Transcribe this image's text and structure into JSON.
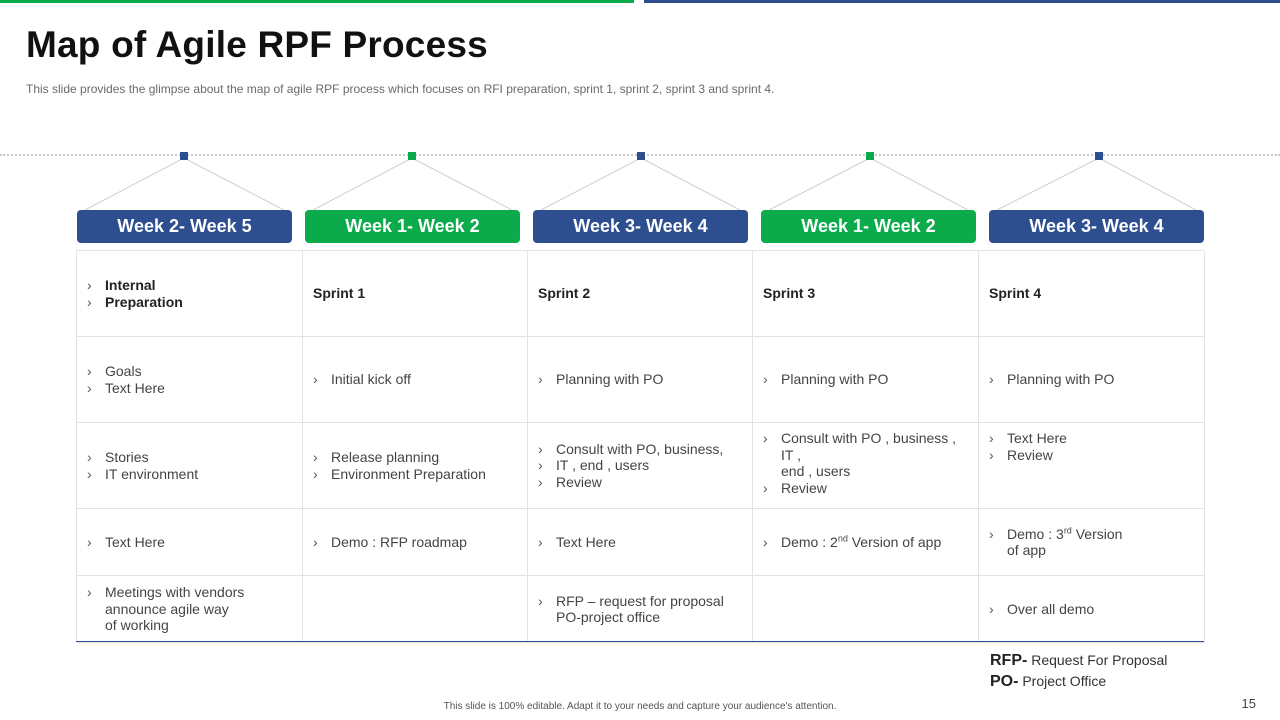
{
  "colors": {
    "green": "#0bab4b",
    "blue": "#2e4f8f"
  },
  "title": "Map of Agile RPF Process",
  "subtitle": "This slide provides  the glimpse about the map of agile RPF process which focuses on RFI  preparation,  sprint 1, sprint 2, sprint 3 and sprint 4.",
  "weeks": [
    {
      "label": "Week 2- Week 5",
      "color": "blue"
    },
    {
      "label": "Week 1- Week 2",
      "color": "green"
    },
    {
      "label": "Week 3- Week 4",
      "color": "blue"
    },
    {
      "label": "Week 1- Week 2",
      "color": "green"
    },
    {
      "label": "Week 3- Week 4",
      "color": "blue"
    }
  ],
  "table": {
    "rows": [
      [
        {
          "bold": true,
          "items": [
            "Internal",
            "Preparation"
          ]
        },
        {
          "bold": true,
          "plain": "Sprint   1"
        },
        {
          "bold": true,
          "plain": "Sprint   2"
        },
        {
          "bold": true,
          "plain": "Sprint   3"
        },
        {
          "bold": true,
          "plain": "Sprint   4"
        }
      ],
      [
        {
          "items": [
            "Goals",
            "Text Here"
          ]
        },
        {
          "items": [
            "Initial kick off"
          ]
        },
        {
          "items": [
            "Planning with PO"
          ]
        },
        {
          "items": [
            "Planning with PO"
          ]
        },
        {
          "items": [
            "Planning with PO"
          ]
        }
      ],
      [
        {
          "items": [
            "Stories",
            "IT environment"
          ]
        },
        {
          "items": [
            "Release planning",
            "Environment Preparation"
          ]
        },
        {
          "items": [
            "Consult with PO, business,",
            "IT , end , users",
            "Review"
          ]
        },
        {
          "top": true,
          "items": [
            "Consult with PO , business ,\nIT ,\nend , users",
            "Review"
          ]
        },
        {
          "top": true,
          "items": [
            "Text Here",
            "Review"
          ]
        }
      ],
      [
        {
          "items": [
            "Text  Here"
          ]
        },
        {
          "items": [
            "Demo : RFP roadmap"
          ]
        },
        {
          "items": [
            "Text  Here"
          ]
        },
        {
          "items": [
            {
              "pre": "Demo :  2",
              "sup": "nd",
              "post": " Version of app"
            }
          ]
        },
        {
          "items": [
            {
              "pre": "Demo : 3",
              "sup": "rd",
              "post": " Version\nof app"
            }
          ]
        }
      ],
      [
        {
          "items": [
            "Meetings with vendors\nannounce  agile way\nof working"
          ]
        },
        {
          "items": []
        },
        {
          "items": [
            "RFP – request for proposal\nPO-project office"
          ]
        },
        {
          "items": []
        },
        {
          "items": [
            "Over all demo"
          ]
        }
      ]
    ]
  },
  "legend": [
    {
      "abbr": "RFP-",
      "text": " Request For Proposal"
    },
    {
      "abbr": "PO-",
      "text": " Project Office"
    }
  ],
  "footer": "This slide is 100% editable. Adapt it to your needs and capture your audience's attention.",
  "page_number": "15"
}
